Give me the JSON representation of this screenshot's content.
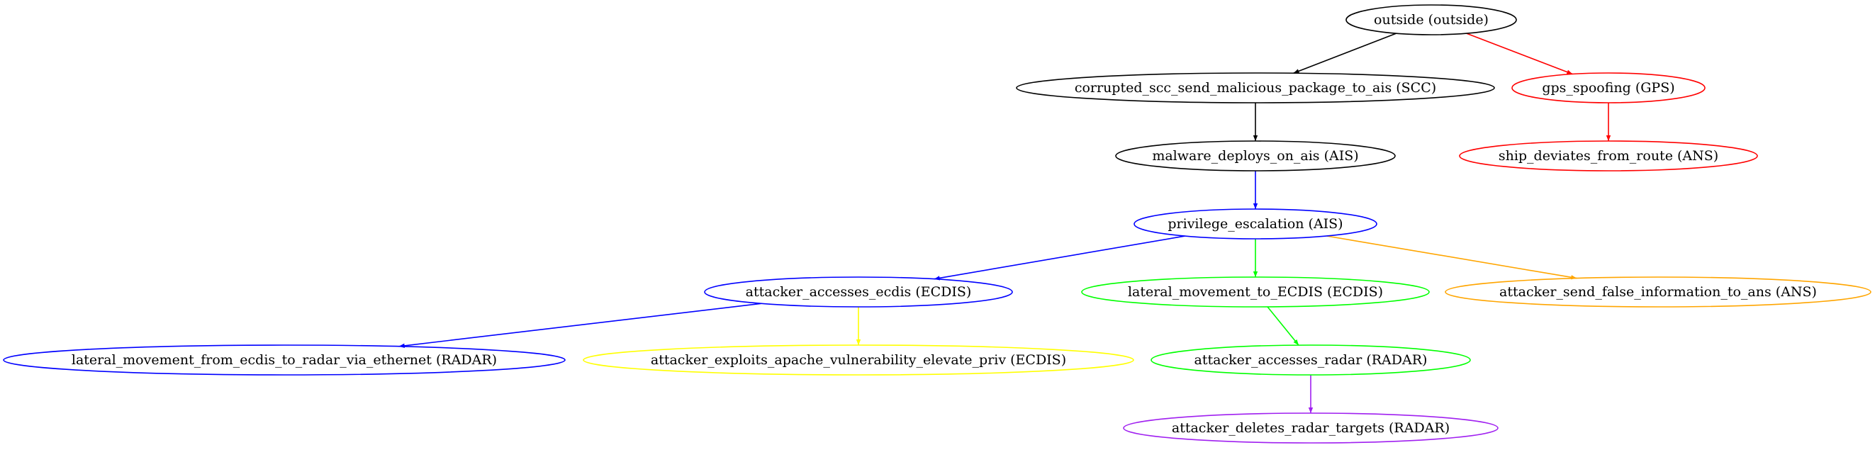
{
  "graph": {
    "nodes": [
      {
        "id": "outside",
        "label": "outside (outside)",
        "color": "#000000"
      },
      {
        "id": "scc",
        "label": "corrupted_scc_send_malicious_package_to_ais (SCC)",
        "color": "#000000"
      },
      {
        "id": "gps",
        "label": "gps_spoofing (GPS)",
        "color": "#ff0000"
      },
      {
        "id": "malware",
        "label": "malware_deploys_on_ais (AIS)",
        "color": "#000000"
      },
      {
        "id": "deviate",
        "label": "ship_deviates_from_route (ANS)",
        "color": "#ff0000"
      },
      {
        "id": "priv",
        "label": "privilege_escalation (AIS)",
        "color": "#0000ff"
      },
      {
        "id": "ecdis",
        "label": "attacker_accesses_ecdis (ECDIS)",
        "color": "#0000ff"
      },
      {
        "id": "latecdis",
        "label": "lateral_movement_to_ECDIS (ECDIS)",
        "color": "#00ff00"
      },
      {
        "id": "falseans",
        "label": "attacker_send_false_information_to_ans (ANS)",
        "color": "#ffa500"
      },
      {
        "id": "latradar",
        "label": "lateral_movement_from_ecdis_to_radar_via_ethernet (RADAR)",
        "color": "#0000ff"
      },
      {
        "id": "apache",
        "label": "attacker_exploits_apache_vulnerability_elevate_priv (ECDIS)",
        "color": "#ffff00"
      },
      {
        "id": "radar",
        "label": "attacker_accesses_radar (RADAR)",
        "color": "#00ff00"
      },
      {
        "id": "deletes",
        "label": "attacker_deletes_radar_targets (RADAR)",
        "color": "#a020f0"
      }
    ],
    "edges": [
      {
        "from": "outside",
        "to": "scc",
        "color": "#000000"
      },
      {
        "from": "outside",
        "to": "gps",
        "color": "#ff0000"
      },
      {
        "from": "scc",
        "to": "malware",
        "color": "#000000"
      },
      {
        "from": "gps",
        "to": "deviate",
        "color": "#ff0000"
      },
      {
        "from": "malware",
        "to": "priv",
        "color": "#0000ff"
      },
      {
        "from": "priv",
        "to": "ecdis",
        "color": "#0000ff"
      },
      {
        "from": "priv",
        "to": "latecdis",
        "color": "#00ff00"
      },
      {
        "from": "priv",
        "to": "falseans",
        "color": "#ffa500"
      },
      {
        "from": "ecdis",
        "to": "latradar",
        "color": "#0000ff"
      },
      {
        "from": "ecdis",
        "to": "apache",
        "color": "#ffff00"
      },
      {
        "from": "latecdis",
        "to": "radar",
        "color": "#00ff00"
      },
      {
        "from": "radar",
        "to": "deletes",
        "color": "#a020f0"
      }
    ]
  }
}
